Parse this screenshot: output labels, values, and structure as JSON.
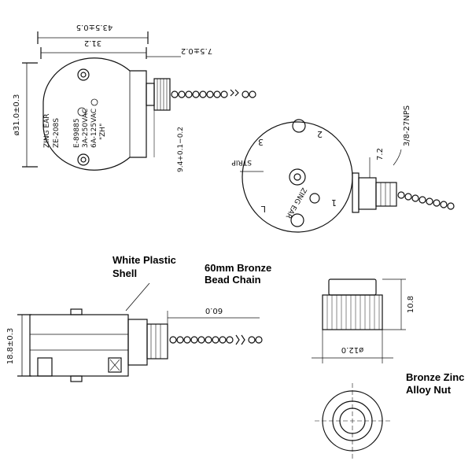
{
  "top_view": {
    "dim_overall_length": "43.5±0.5",
    "dim_body_length": "31.2",
    "dim_shaft_length": "7.5±0.2",
    "dim_height": "ø31.0±0.3",
    "dim_shaft_height": "9.4+0.1−0.2",
    "body_text": [
      "ZING EAR",
      "ZE-208S",
      "E-89885",
      "3A-250VAC",
      "6A-125VAC",
      "\"ZH\""
    ]
  },
  "side_view": {
    "dim_thread": "3/8-27NPS",
    "dim_offset": "7.2",
    "terminal_labels": [
      "L",
      "1",
      "2",
      "3"
    ],
    "strip_label": "STRIP",
    "brand_text": "ZING EAR"
  },
  "bottom_view": {
    "label_shell": "White Plastic Shell",
    "label_chain": "60mm Bronze Bead Chain",
    "dim_height": "18.8±0.3",
    "dim_chain": "60.0"
  },
  "nut": {
    "dim_height": "10.8",
    "dim_diameter": "ø12.0",
    "label": "Bronze Zinc Alloy Nut"
  }
}
